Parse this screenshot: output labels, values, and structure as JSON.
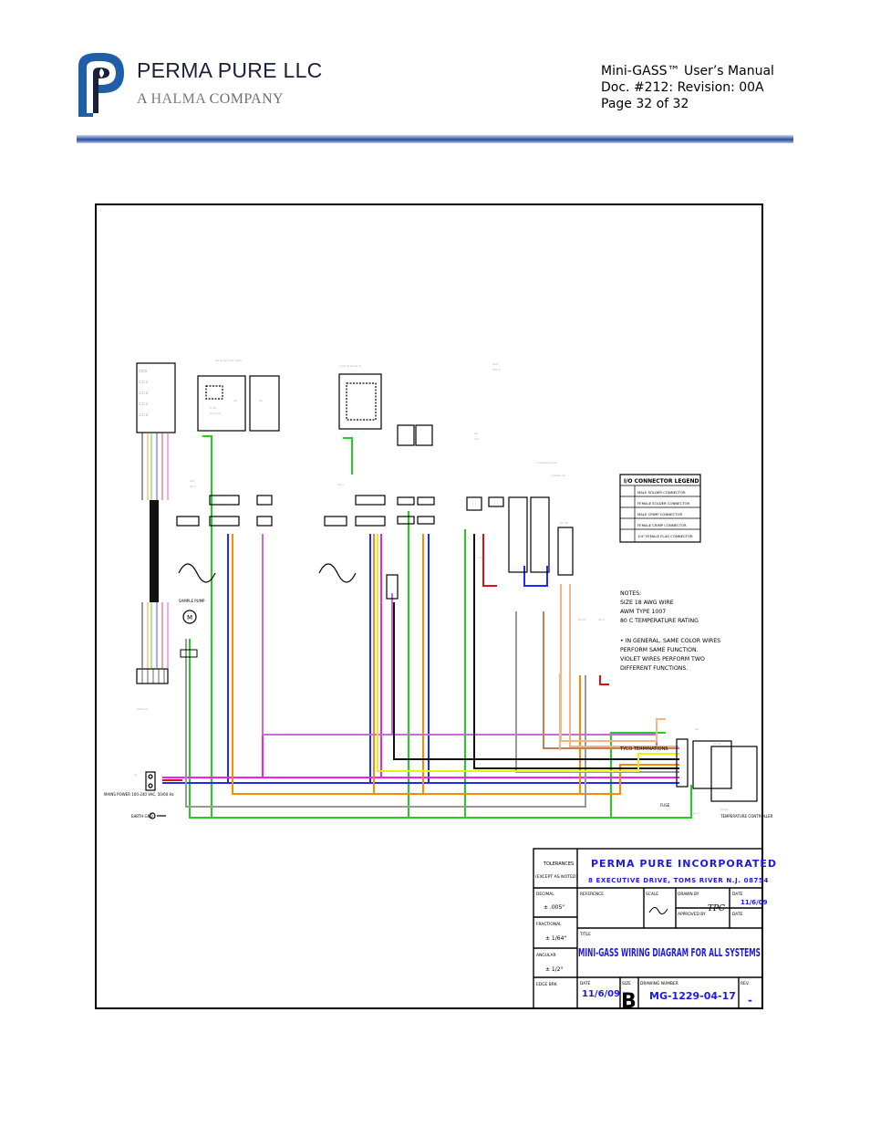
{
  "header": {
    "company": "PERMA PURE LLC",
    "subcompany_a": "A ",
    "subcompany_halma": "HALMA",
    "subcompany_rest": " COMPANY",
    "doc_title": "Mini-GASS™ User’s Manual",
    "doc_number": "Doc. #212: Revision: 00A",
    "page": "Page 32 of 32"
  },
  "drawing": {
    "legend": {
      "title": "I/O CONNECTOR LEGEND",
      "items": [
        "MALE SOLDER CONNECTOR",
        "FEMALE SOLDER CONNECTOR",
        "MALE CRIMP CONNECTOR",
        "FEMALE CRIMP CONNECTOR",
        "1/4\" FEMALE FLAG CONNECTOR"
      ]
    },
    "notes": {
      "lines": [
        "NOTES:",
        "SIZE 18 AWG WIRE",
        "AWM TYPE 1007",
        "80 C TEMPERATURE RATING",
        "• IN GENERAL, SAME COLOR WIRES",
        "PERFORM SAME FUNCTION.",
        "VIOLET WIRES PERFORM TWO",
        "DIFFERENT FUNCTIONS."
      ]
    },
    "labels": {
      "sample_pump": "SAMPLE PUMP",
      "pump_label": "M",
      "tyco": "TYCO TERMINATIONS",
      "power_mains": "MAINS POWER 100-240 VAC, 50/60 Hz",
      "earth": "EARTH GND",
      "temp_controller": "TEMPERATURE CONTROLLER",
      "fuse": "FUSE"
    },
    "title_block": {
      "tolerances": "TOLERANCES",
      "except": "(EXCEPT AS NOTED)",
      "decimal": "DECIMAL",
      "decimal_val": "± .005\"",
      "fractional": "FRACTIONAL",
      "fractional_val": "± 1/64\"",
      "angular": "ANGULAR",
      "angular_val": "± 1/2°",
      "edge_brk": "EDGE BRK",
      "company": "PERMA PURE INCORPORATED",
      "address": "8 EXECUTIVE DRIVE, TOMS RIVER N.J. 08754",
      "reference": "REFERENCE",
      "scale": "SCALE",
      "drawn_by": "DRAWN BY",
      "drawn_by_val": "",
      "date": "DATE",
      "date_val": "11/6/09",
      "approved_by": "APPROVED BY",
      "approved_by_val": "TPC",
      "title_label": "TITLE",
      "title": "MINI-GASS WIRING DIAGRAM FOR ALL SYSTEMS",
      "date2": "DATE",
      "date2_val": "11/6/09",
      "size": "SIZE",
      "size_val": "B",
      "drawing_number": "DRAWING NUMBER",
      "drawing_number_val": "MG-1229-04-17",
      "rev": "REV.",
      "rev_val": "-"
    }
  },
  "colors": {
    "header_rule": "#2f4f9e",
    "logo_blue": "#1f5fa8",
    "title_blue": "#1a1ae0",
    "wire_green": "#22cc22",
    "wire_blue": "#1a2cff",
    "wire_orange": "#ff8a00",
    "wire_magenta": "#ee22ee",
    "wire_violet": "#c86bd8",
    "wire_red": "#dd1111",
    "wire_yellow": "#eeee11",
    "wire_gray": "#999999",
    "wire_brown": "#c0805a",
    "wire_peach": "#f4b484",
    "wire_black": "#111111"
  }
}
